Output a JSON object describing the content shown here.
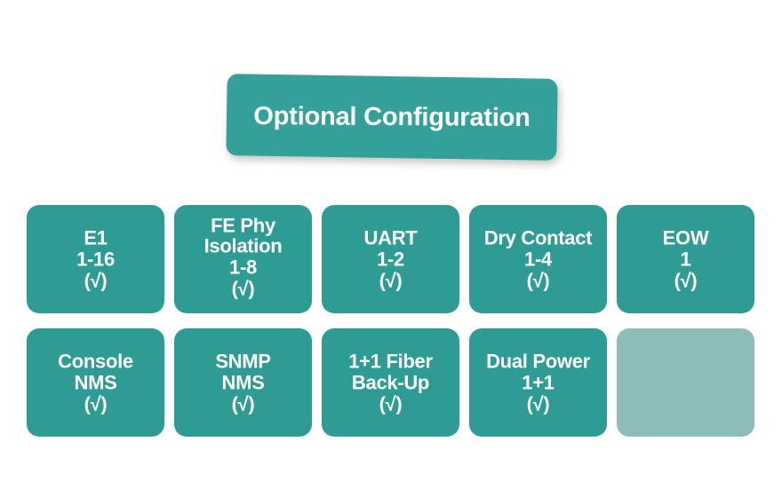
{
  "banner": {
    "title": "Optional Configuration",
    "color": "#34a09a",
    "text_color": "#ffffff"
  },
  "theme": {
    "background": "#ffffff",
    "tile_color": "#2f9b95",
    "tile_empty_color": "#8dbdb8",
    "tile_text_color": "#ffffff"
  },
  "grid": {
    "rows": [
      {
        "tiles": [
          {
            "name": "E1",
            "lines": [
              "E1",
              "1-16"
            ],
            "mark": "(√)",
            "empty": false
          },
          {
            "name": "FE Phy Isolation",
            "lines": [
              "FE Phy",
              "Isolation",
              "1-8"
            ],
            "mark": "(√)",
            "empty": false
          },
          {
            "name": "UART",
            "lines": [
              "UART",
              "1-2"
            ],
            "mark": "(√)",
            "empty": false
          },
          {
            "name": "Dry Contact",
            "lines": [
              "Dry Contact",
              "1-4"
            ],
            "mark": "(√)",
            "empty": false
          },
          {
            "name": "EOW",
            "lines": [
              "EOW",
              "1"
            ],
            "mark": "(√)",
            "empty": false
          }
        ]
      },
      {
        "tiles": [
          {
            "name": "Console NMS",
            "lines": [
              "Console",
              "NMS"
            ],
            "mark": "(√)",
            "empty": false
          },
          {
            "name": "SNMP NMS",
            "lines": [
              "SNMP",
              "NMS"
            ],
            "mark": "(√)",
            "empty": false
          },
          {
            "name": "1+1 Fiber Back-Up",
            "lines": [
              "1+1 Fiber",
              "Back-Up"
            ],
            "mark": "(√)",
            "empty": false
          },
          {
            "name": "Dual Power",
            "lines": [
              "Dual Power",
              "1+1"
            ],
            "mark": "(√)",
            "empty": false
          },
          {
            "name": "",
            "lines": [],
            "mark": "",
            "empty": true
          }
        ]
      }
    ]
  }
}
